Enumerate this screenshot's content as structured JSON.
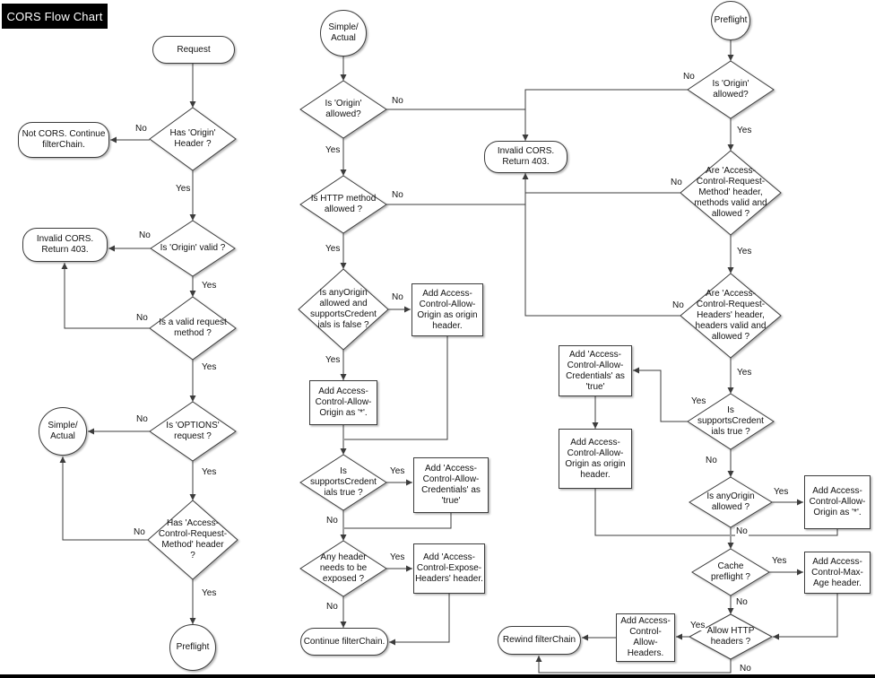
{
  "title": "CORS Flow Chart",
  "labels": {
    "yes": "Yes",
    "no": "No"
  },
  "colors": {
    "line": "#3c3c3c",
    "title_bg": "#000000",
    "title_text": "#ffffff",
    "shape_fill": "#ffffff"
  },
  "nodes": {
    "request": "Request",
    "hasOrigin": "Has 'Origin'\nHeader ?",
    "notCors": "Not CORS. Continue\nfilterChain.",
    "originValid": "Is 'Origin' valid ?",
    "invalidCors": "Invalid CORS.\nReturn 403.",
    "validMethod": "Is a valid request\nmethod ?",
    "optionsReq": "Is 'OPTIONS'\nrequest ?",
    "simpleActualLeft": "Simple/\nActual",
    "hasAcrm": "Has 'Access-\nControl-Request-\nMethod' header\n?",
    "preflightLeft": "Preflight",
    "simpleActualMid": "Simple/\nActual",
    "mOriginAllowed": "Is 'Origin'\nallowed?",
    "invalidCorsMid": "Invalid CORS.\nReturn 403.",
    "mMethodAllowed": "Is HTTP method\nallowed ?",
    "mAnyOrigin": "Is anyOrigin\nallowed and\nsupportsCredent\nials is false ?",
    "mAddOriginHeader": "Add Access-\nControl-Allow-\nOrigin as origin\nheader.",
    "mAddStar": "Add Access-\nControl-Allow-\nOrigin as '*'.",
    "mSupportsCred": "Is\nsupportsCredent\nials true ?",
    "mAddCredentials": "Add 'Access-\nControl-Allow-\nCredentials' as\n'true'",
    "mExpose": "Any header\nneeds to be\nexposed ?",
    "mAddExposeHeaders": "Add 'Access-\nControl-Expose-\nHeaders' header.",
    "continueChain": "Continue filterChain.",
    "preflightRight": "Preflight",
    "rOriginAllowed": "Is 'Origin'\nallowed?",
    "rAcrm": "Are 'Access-\nControl-Request-\nMethod' header,\nmethods valid and\nallowed ?",
    "rAcrh": "Are 'Access-\nControl-Request-\nHeaders' header,\nheaders valid and\nallowed ?",
    "rSupportsCred": "Is\nsupportsCredent\nials true ?",
    "rAddCredentials": "Add 'Access-\nControl-Allow-\nCredentials' as\n'true'",
    "rAddOriginHeader": "Add Access-\nControl-Allow-\nOrigin as origin\nheader.",
    "rAnyOrigin": "Is anyOrigin\nallowed ?",
    "rAddStar": "Add Access-\nControl-Allow-\nOrigin as '*'.",
    "rCache": "Cache\npreflight ?",
    "rAddMaxAge": "Add Access-\nControl-Max-\nAge header.",
    "rAllowHeaders": "Allow HTTP\nheaders ?",
    "rAddAllowHeaders": "Add Access-\nControl-\nAllow-\nHeaders.",
    "rewindChain": "Rewind filterChain"
  }
}
